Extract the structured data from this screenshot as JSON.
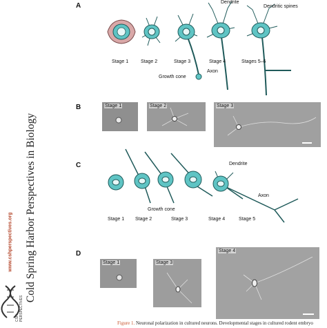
{
  "panels": {
    "a": {
      "letter": "A",
      "labels": {
        "dendrite": "Dendrite",
        "dendritic_spines": "Dendritic spines",
        "growth_cone": "Growth cone",
        "axon": "Axon"
      },
      "stages": [
        "Stage 1",
        "Stage 2",
        "Stage 3",
        "Stage 4",
        "Stages 5–6"
      ]
    },
    "b": {
      "letter": "B",
      "images": [
        "Stage 1",
        "Stage 2",
        "Stage 3"
      ]
    },
    "c": {
      "letter": "C",
      "labels": {
        "dendrite": "Dendrite",
        "axon": "Axon",
        "growth_cone": "Growth cone"
      },
      "stages": [
        "Stage 1",
        "Stage 2",
        "Stage 3",
        "Stage 4",
        "Stage 5"
      ]
    },
    "d": {
      "letter": "D",
      "images": [
        "Stage 1",
        "Stage 3",
        "Stage 4"
      ]
    }
  },
  "sidebar": {
    "journal_title": "Cold Spring Harbor Perspectives in Biology",
    "url": "www.cshperspectives.org",
    "logo_text": "CSH PERSPECTIVES"
  },
  "caption": {
    "figure_label": "Figure 1.",
    "text": "Neuronal polarization in cultured neurons. Developmental stages in cultured rodent embryo"
  },
  "colors": {
    "neuron_fill": "#5fc4c4",
    "neuron_stroke": "#1f5a5a",
    "nucleus_fill": "#e8f7f7",
    "stage1_halo": "#d9a8a8",
    "accent": "#c8552e",
    "micro_bg": "#9a9a9a"
  }
}
